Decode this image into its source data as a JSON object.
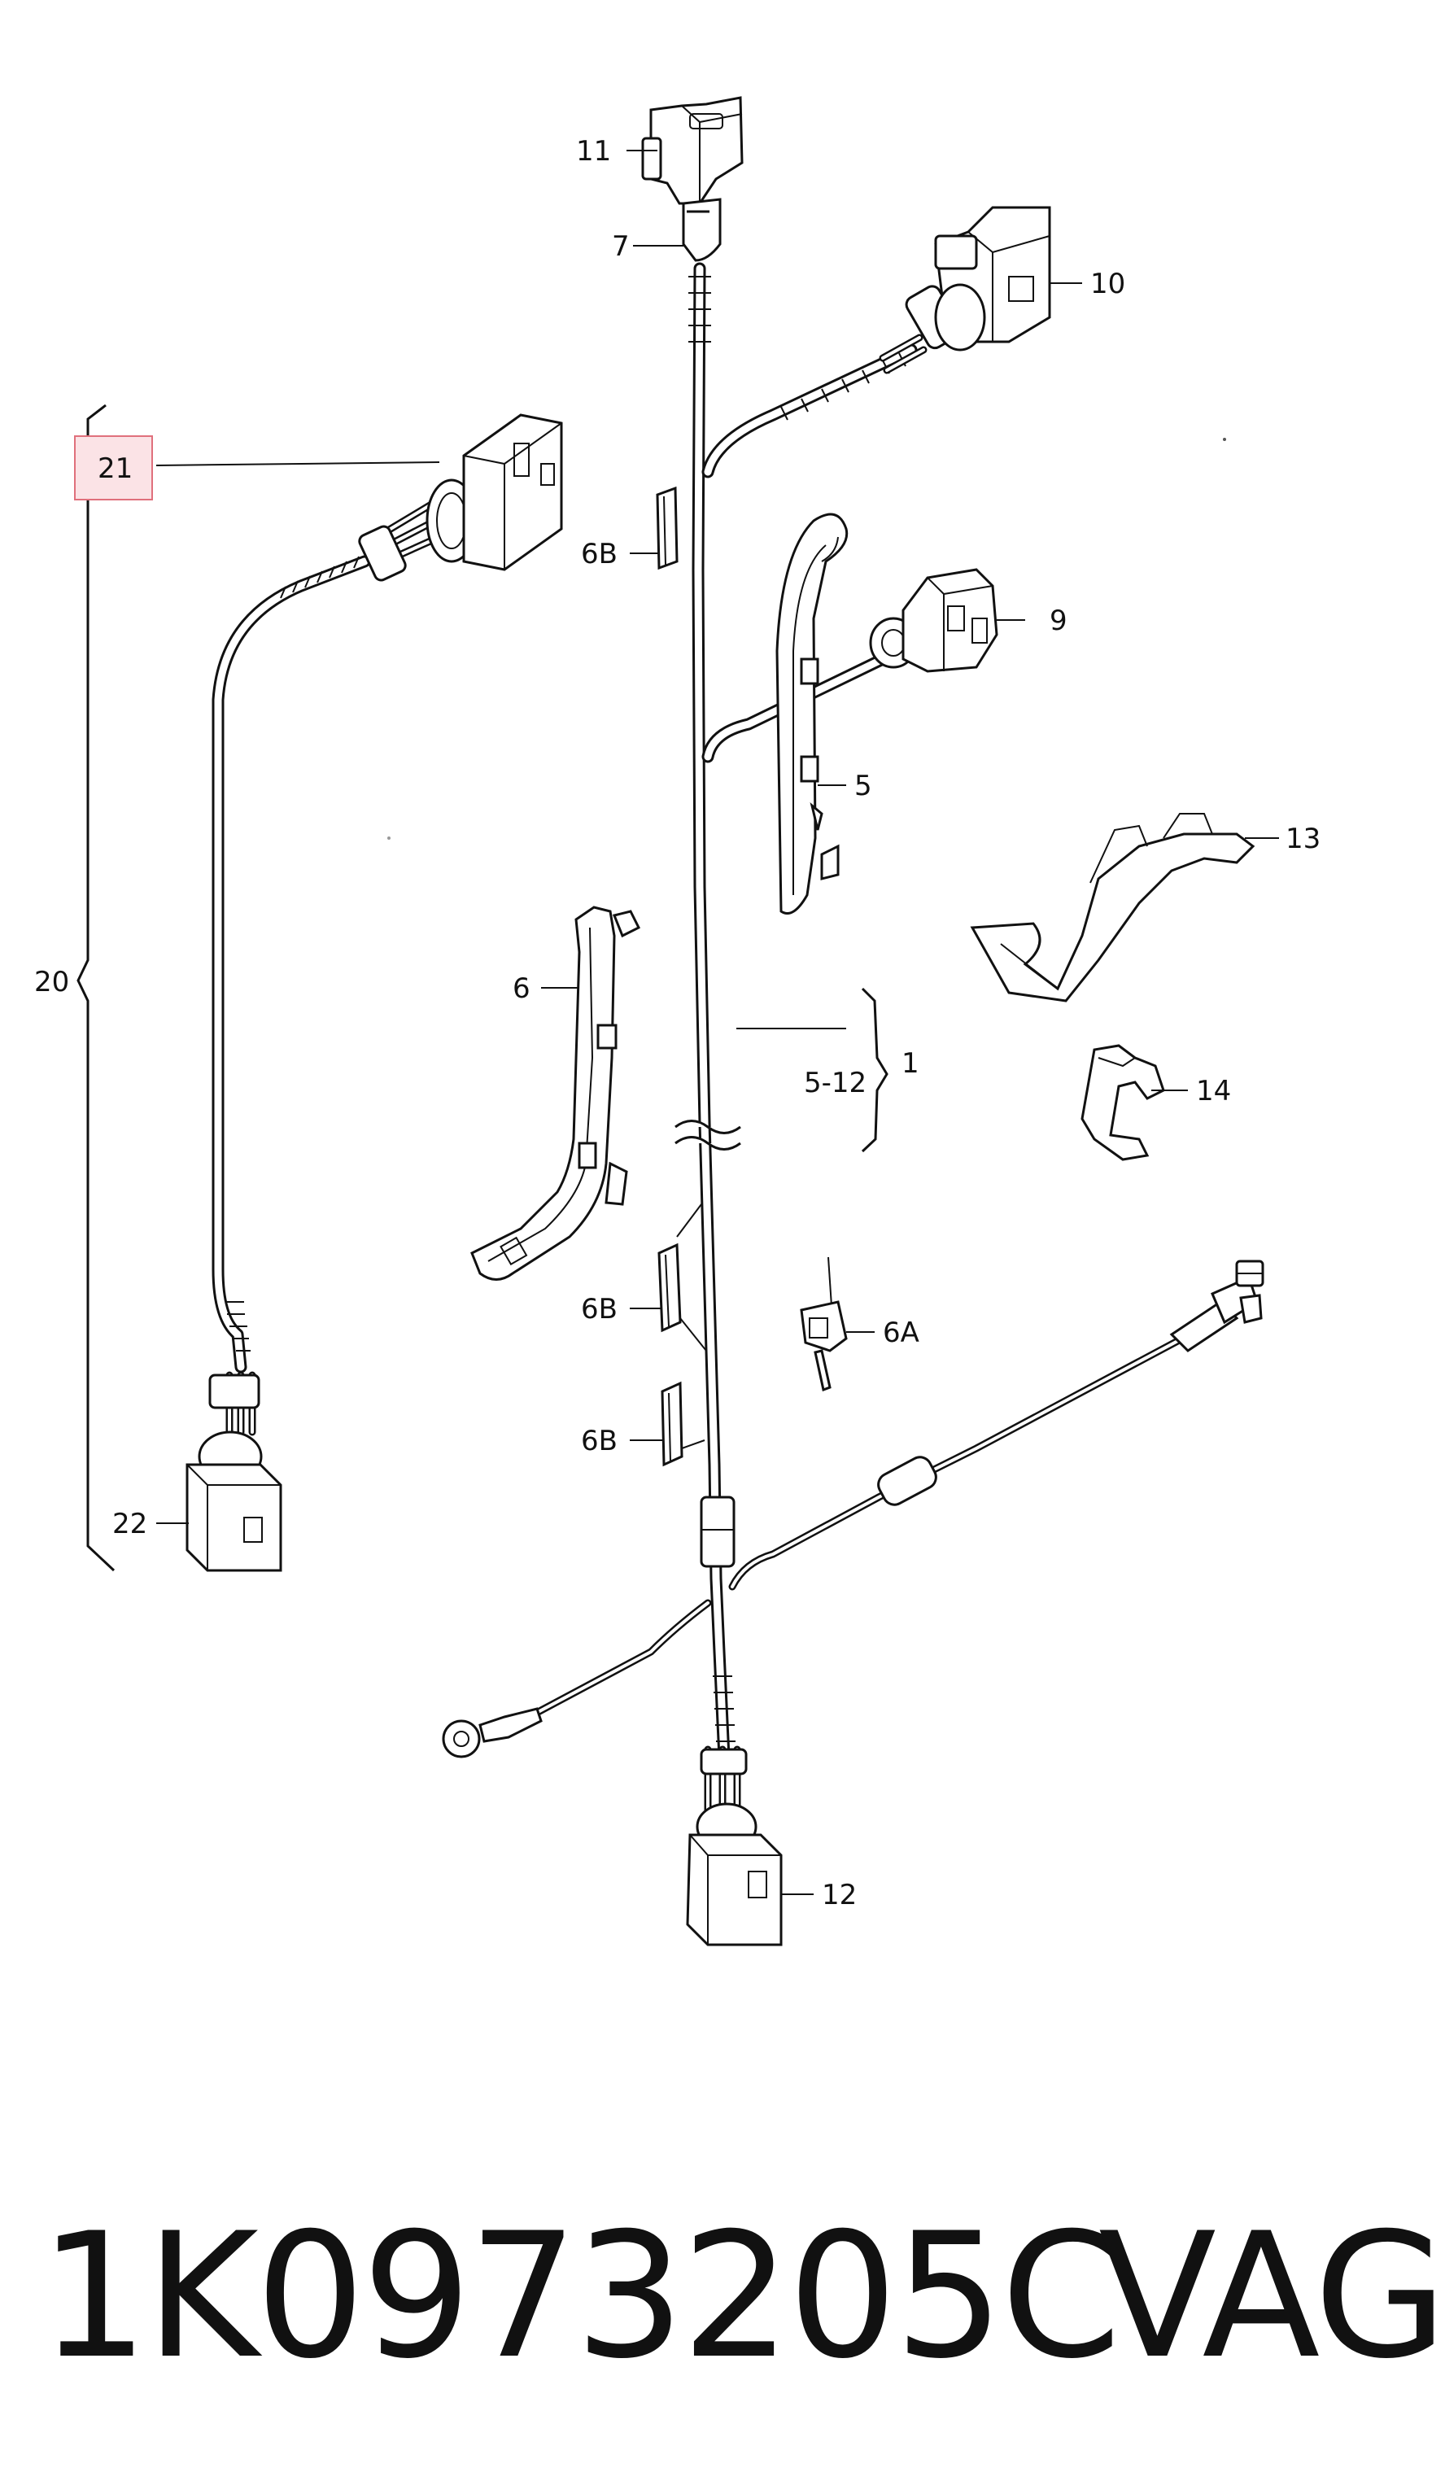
{
  "callouts": {
    "c1": "1",
    "c5": "5",
    "c5_12": "5-12",
    "c6": "6",
    "c6a": "6A",
    "c6b": "6B",
    "c7": "7",
    "c9": "9",
    "c10": "10",
    "c11": "11",
    "c12": "12",
    "c13": "13",
    "c14": "14",
    "c20": "20",
    "c21": "21",
    "c22": "22"
  },
  "highlight": {
    "callout": "21",
    "color": "#e0707c"
  },
  "footer": {
    "part_number": "1K0973205C",
    "brand": "VAG"
  }
}
